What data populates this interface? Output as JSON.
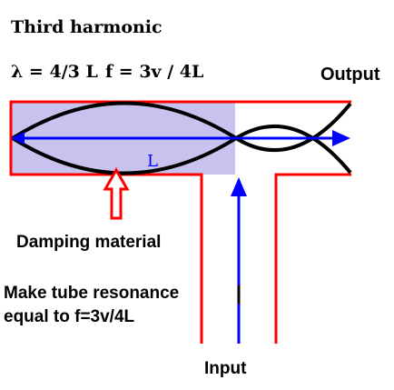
{
  "title": "Third harmonic",
  "formula_lambda": "λ = 4/3 L",
  "formula_f": "f = 3v / 4L",
  "label_output": "Output",
  "label_L": "L",
  "label_damping": "Damping material",
  "label_make_line1": "Make tube resonance",
  "label_make_line2": "equal to f=3v/4L",
  "label_input": "Input",
  "colors": {
    "tube": "#ff0000",
    "arrow": "#0000ff",
    "wave": "#000000",
    "damping_fill": "#c8c2ee",
    "damping_arrow": "#ff0000"
  }
}
